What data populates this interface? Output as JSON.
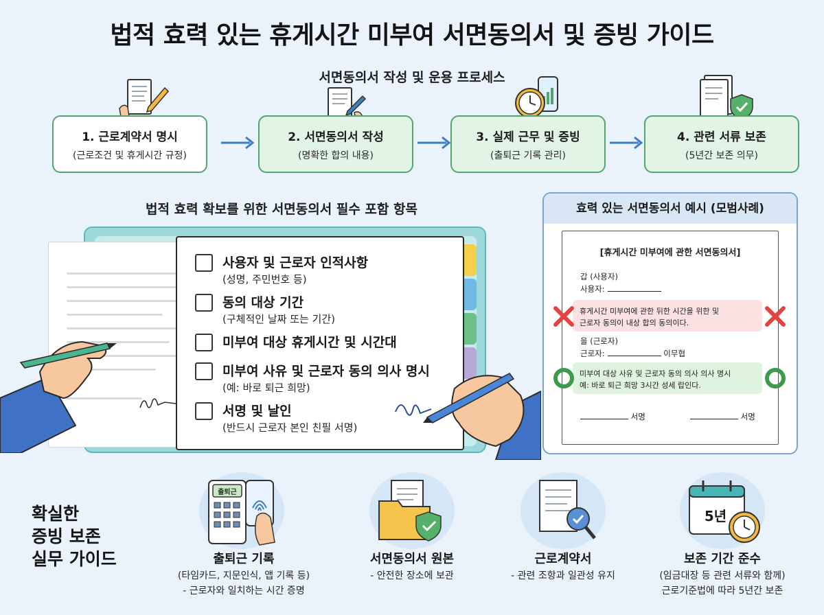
{
  "title": "법적 효력 있는 휴게시간 미부여 서면동의서 및 증빙 가이드",
  "process": {
    "heading": "서면동의서 작성 및 운용 프로세스",
    "steps": [
      {
        "title": "1. 근로계약서 명시",
        "sub": "(근로조건 및 휴게시간 규정)"
      },
      {
        "title": "2. 서면동의서 작성",
        "sub": "(명확한 합의 내용)"
      },
      {
        "title": "3. 실제 근무 및 증빙",
        "sub": "(출퇴근 기록 관리)"
      },
      {
        "title": "4. 관련 서류 보존",
        "sub": "(5년간 보존 의무)"
      }
    ]
  },
  "checklist": {
    "heading": "법적 효력 확보를 위한 서면동의서 필수 포함 항목",
    "items": [
      {
        "title": "사용자 및 근로자 인적사항",
        "sub": "(성명, 주민번호 등)"
      },
      {
        "title": "동의 대상 기간",
        "sub": "(구체적인 날짜 또는 기간)"
      },
      {
        "title": "미부여 대상 휴게시간 및 시간대",
        "sub": ""
      },
      {
        "title": "미부여 사유 및 근로자 동의 의사 명시",
        "sub": "(예: 바로 퇴근 희망)"
      },
      {
        "title": "서명 및 날인",
        "sub": "(반드시 근로자 본인 친필 서명)"
      }
    ]
  },
  "example": {
    "heading": "효력 있는 서면동의서 예시 (모범사례)",
    "doc_title": "[휴게시간 미부여에 관한 서면동의서]",
    "party_a": "갑 (사용자)",
    "party_a_label": "사용자:",
    "bad_clause_line1": "휴게시간 미부여에 관한 뒤한 시간을 위한 및",
    "bad_clause_line2": "근로자 동의이 내상 합의 동의이다.",
    "party_b": "을 (근로자)",
    "party_b_label": "근로자:",
    "party_b_name": "이무협",
    "good_clause_line1": "미부여 대상 사유 및 근로자 동의 의사 의사 명시",
    "good_clause_line2": "예: 바로 퇴근 희망 3시간 성세 랍인다.",
    "sign_label_1": "서명",
    "sign_label_2": "서명"
  },
  "evidence": {
    "heading_line1": "확실한",
    "heading_line2": "증빙 보존",
    "heading_line3": "실무 가이드",
    "cards": [
      {
        "icon_label": "출퇴근",
        "title": "출퇴근 기록",
        "desc1": "(타임카드, 지문인식, 앱 기록 등)",
        "desc2": "- 근로자와 일치하는 시간 증명"
      },
      {
        "title": "서면동의서 원본",
        "desc1": "- 안전한 장소에 보관",
        "desc2": ""
      },
      {
        "title": "근로계약서",
        "desc1": "- 관련 조항과 일관성 유지",
        "desc2": ""
      },
      {
        "icon_label": "5년",
        "title": "보존 기간 준수",
        "desc1": "(임금대장 등 관련 서류와 함께)",
        "desc2": "근로기준법에 따라 5년간 보존"
      }
    ]
  },
  "colors": {
    "accent_green": "#55a36f",
    "arrow_blue": "#3b7fc0",
    "teal": "#9fd8dc",
    "bad_red": "#e0463f",
    "good_green": "#3d9a4a"
  }
}
